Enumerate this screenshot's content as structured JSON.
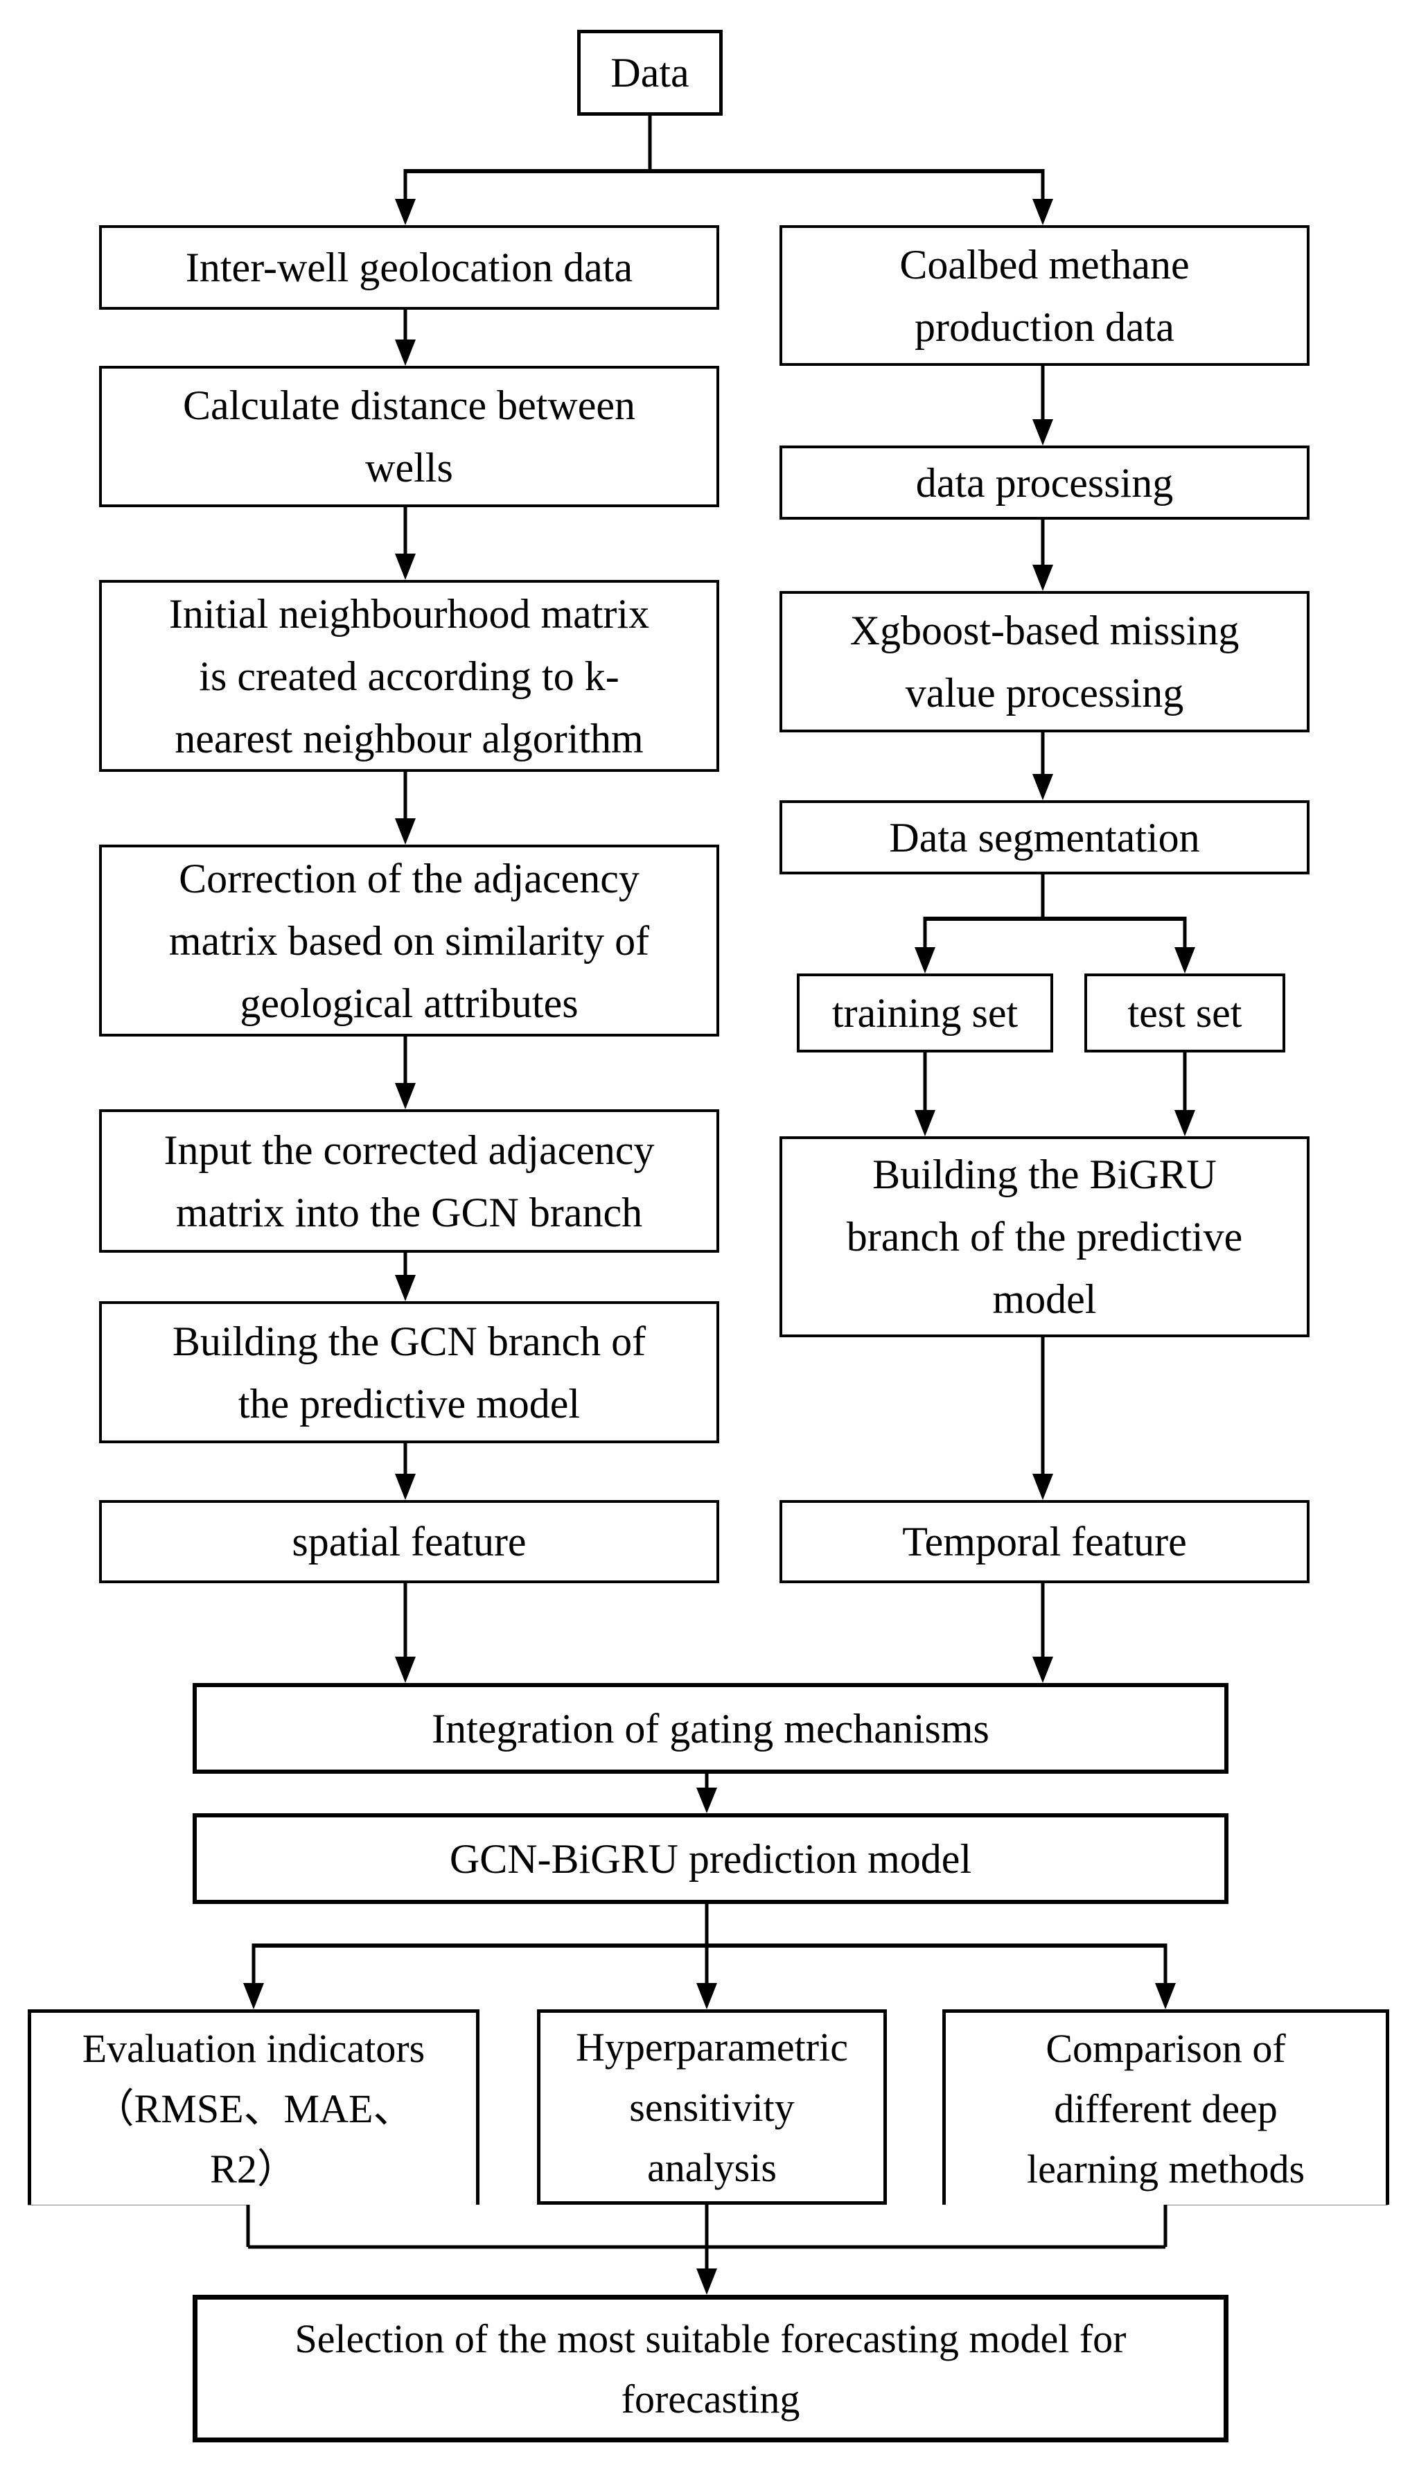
{
  "figure": {
    "type": "flowchart",
    "title": "GCN-BiGRU prediction model workflow",
    "background_color": "#ffffff",
    "line_color": "#000000",
    "text_color": "#000000"
  },
  "nodes": {
    "data": {
      "label": "Data"
    },
    "interwell": {
      "label": "Inter-well geolocation data"
    },
    "calc_distance": {
      "label": "Calculate distance between\nwells"
    },
    "initial_matrix": {
      "label": "Initial neighbourhood matrix\nis created according to k-\nnearest neighbour algorithm"
    },
    "correction": {
      "label": "Correction of the adjacency\nmatrix based on similarity of\ngeological attributes"
    },
    "input_gcn": {
      "label": "Input the corrected adjacency\nmatrix into the GCN branch"
    },
    "building_gcn": {
      "label": "Building the GCN branch of\nthe predictive model"
    },
    "spatial": {
      "label": "spatial feature"
    },
    "coalbed": {
      "label": "Coalbed methane\nproduction data"
    },
    "processing": {
      "label": "data processing"
    },
    "xgboost": {
      "label": "Xgboost-based missing\nvalue processing"
    },
    "segmentation": {
      "label": "Data segmentation"
    },
    "training": {
      "label": "training set"
    },
    "test": {
      "label": "test set"
    },
    "building_bigru": {
      "label": "Building the BiGRU\nbranch of the predictive\nmodel"
    },
    "temporal": {
      "label": "Temporal feature"
    },
    "integration": {
      "label": "Integration of gating mechanisms"
    },
    "gcn_bigru": {
      "label": "GCN-BiGRU prediction model"
    },
    "evaluation": {
      "label": "Evaluation indicators\n（RMSE、MAE、\nR2）"
    },
    "hyperparametric": {
      "label": "Hyperparametric\nsensitivity\nanalysis"
    },
    "comparison": {
      "label": "Comparison of\ndifferent deep\nlearning methods"
    },
    "selection": {
      "label": "Selection of the most suitable forecasting model for\nforecasting"
    }
  },
  "edges": [
    {
      "from": "data",
      "to": "interwell"
    },
    {
      "from": "data",
      "to": "coalbed"
    },
    {
      "from": "interwell",
      "to": "calc_distance"
    },
    {
      "from": "calc_distance",
      "to": "initial_matrix"
    },
    {
      "from": "initial_matrix",
      "to": "correction"
    },
    {
      "from": "correction",
      "to": "input_gcn"
    },
    {
      "from": "input_gcn",
      "to": "building_gcn"
    },
    {
      "from": "building_gcn",
      "to": "spatial"
    },
    {
      "from": "spatial",
      "to": "integration"
    },
    {
      "from": "coalbed",
      "to": "processing"
    },
    {
      "from": "processing",
      "to": "xgboost"
    },
    {
      "from": "xgboost",
      "to": "segmentation"
    },
    {
      "from": "segmentation",
      "to": "training"
    },
    {
      "from": "segmentation",
      "to": "test"
    },
    {
      "from": "training",
      "to": "building_bigru"
    },
    {
      "from": "test",
      "to": "building_bigru"
    },
    {
      "from": "building_bigru",
      "to": "temporal"
    },
    {
      "from": "temporal",
      "to": "integration"
    },
    {
      "from": "integration",
      "to": "gcn_bigru"
    },
    {
      "from": "gcn_bigru",
      "to": "evaluation"
    },
    {
      "from": "gcn_bigru",
      "to": "hyperparametric"
    },
    {
      "from": "gcn_bigru",
      "to": "comparison"
    },
    {
      "from": "evaluation",
      "to": "selection"
    },
    {
      "from": "hyperparametric",
      "to": "selection"
    },
    {
      "from": "comparison",
      "to": "selection"
    }
  ]
}
